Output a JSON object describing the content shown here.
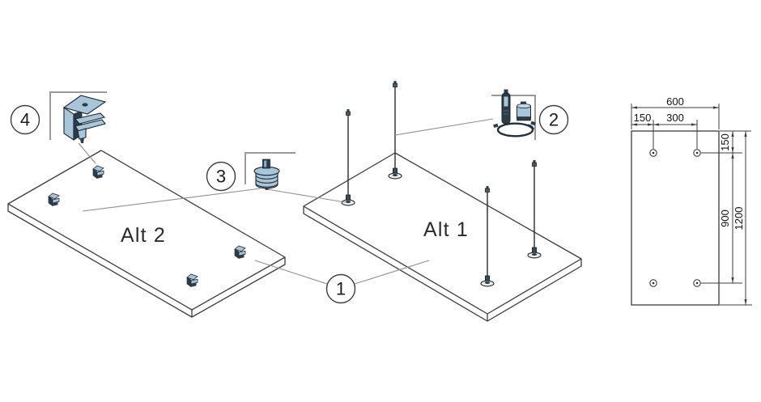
{
  "alternatives": {
    "alt1": {
      "label": "Alt 1"
    },
    "alt2": {
      "label": "Alt 2"
    }
  },
  "callouts": {
    "c1": "1",
    "c2": "2",
    "c3": "3",
    "c4": "4"
  },
  "dimensions": {
    "total_width": "600",
    "left_offset": "150",
    "hole_spacing_width": "300",
    "top_offset": "150",
    "hole_spacing_height": "900",
    "total_height": "1200"
  },
  "colors": {
    "part_fill": "#a9c5d9",
    "part_fill_light": "#c3d6e4",
    "part_outline": "#1a2630",
    "hardware_dark": "#2e3c49",
    "drawing_line": "#3c3c3c",
    "leader_line": "#8f8f8f"
  }
}
